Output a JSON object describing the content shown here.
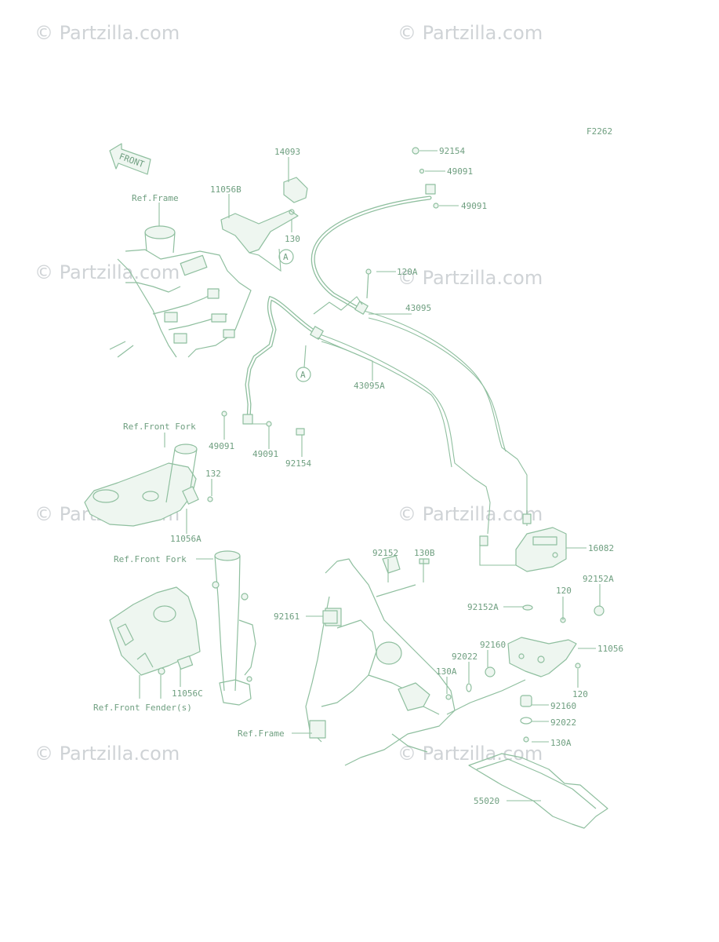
{
  "diagram": {
    "code": "F2262",
    "watermark": "© Partzilla.com",
    "front_arrow": "FRONT",
    "callout": "A",
    "refs": {
      "frame_top": "Ref.Frame",
      "front_fork_1": "Ref.Front Fork",
      "front_fork_2": "Ref.Front Fork",
      "front_fender": "Ref.Front Fender(s)",
      "frame_bottom": "Ref.Frame"
    },
    "parts": {
      "p14093": "14093",
      "p11056B": "11056B",
      "p130": "130",
      "p92154_top": "92154",
      "p49091_a": "49091",
      "p49091_b": "49091",
      "p120A": "120A",
      "p43095": "43095",
      "p43095A": "43095A",
      "p49091_c": "49091",
      "p49091_d": "49091",
      "p92154_mid": "92154",
      "p132": "132",
      "p11056A": "11056A",
      "p92152": "92152",
      "p130B": "130B",
      "p16082": "16082",
      "p92161": "92161",
      "p120_a": "120",
      "p92152A_a": "92152A",
      "p92152A_b": "92152A",
      "p92160_a": "92160",
      "p92022_a": "92022",
      "p11056": "11056",
      "p130A_a": "130A",
      "p120_b": "120",
      "p11056C": "11056C",
      "p92160_b": "92160",
      "p92022_b": "92022",
      "p130A_b": "130A",
      "p55020": "55020"
    }
  }
}
